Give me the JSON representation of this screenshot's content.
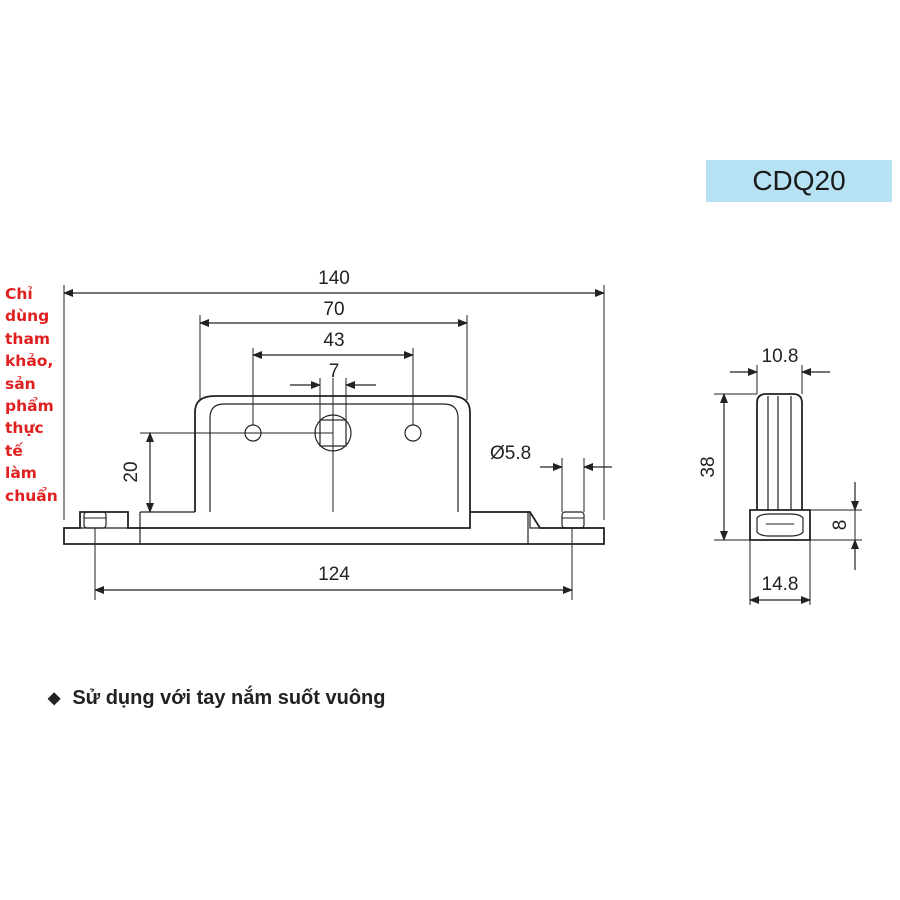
{
  "model": {
    "code": "CDQ20"
  },
  "disclaimer": {
    "lines": [
      "Chỉ",
      "dùng",
      "tham",
      "khảo,",
      "sản",
      "phẩm",
      "thực",
      "tế",
      "làm",
      "chuẩn"
    ]
  },
  "note": {
    "bullet": "◆",
    "text": "Sử dụng với tay nắm suốt vuông"
  },
  "dimensions": {
    "overall_length": "140",
    "bracket_width": "70",
    "hole_spacing": "43",
    "spindle_square": "7",
    "height": "20",
    "mount_spacing": "124",
    "screw_hole": "Ø5.8",
    "side_top": "10.8",
    "side_height": "38",
    "side_base_thickness": "8",
    "side_base_width": "14.8"
  }
}
